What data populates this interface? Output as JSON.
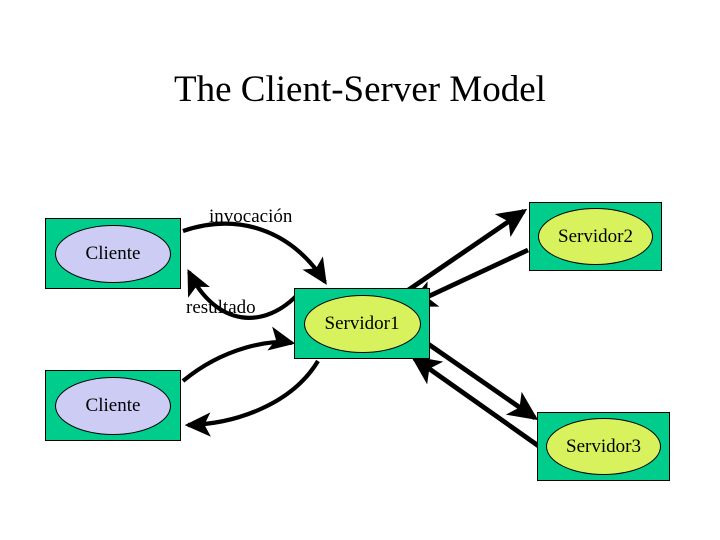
{
  "slide": {
    "title": "The Client-Server Model",
    "background": "#ffffff"
  },
  "colors": {
    "box_fill": "#00CC8C",
    "client_ellipse_fill": "#CCCCF5",
    "server_ellipse_fill": "#D7F25C",
    "outline": "#000000",
    "text": "#000000",
    "arrow": "#000000"
  },
  "nodes": [
    {
      "id": "cliente-top",
      "label": "Cliente",
      "role": "client",
      "ellipse_fill": "#CCCCF5",
      "box_fill": "#00CC8C"
    },
    {
      "id": "cliente-bottom",
      "label": "Cliente",
      "role": "client",
      "ellipse_fill": "#CCCCF5",
      "box_fill": "#00CC8C"
    },
    {
      "id": "servidor1",
      "label": "Servidor1",
      "role": "server",
      "ellipse_fill": "#D7F25C",
      "box_fill": "#00CC8C"
    },
    {
      "id": "servidor2",
      "label": "Servidor2",
      "role": "server",
      "ellipse_fill": "#D7F25C",
      "box_fill": "#00CC8C"
    },
    {
      "id": "servidor3",
      "label": "Servidor3",
      "role": "server",
      "ellipse_fill": "#D7F25C",
      "box_fill": "#00CC8C"
    }
  ],
  "edge_labels": {
    "invocacion": "invocación",
    "resultado": "resultado"
  },
  "edges": [
    {
      "from": "cliente-top",
      "to": "servidor1",
      "style": "curved",
      "label": "invocación",
      "direction": "forward"
    },
    {
      "from": "servidor1",
      "to": "cliente-top",
      "style": "curved",
      "label": "resultado",
      "direction": "forward"
    },
    {
      "from": "cliente-bottom",
      "to": "servidor1",
      "style": "curved",
      "label": "",
      "direction": "forward"
    },
    {
      "from": "servidor1",
      "to": "cliente-bottom",
      "style": "curved",
      "label": "",
      "direction": "forward"
    },
    {
      "from": "servidor1",
      "to": "servidor2",
      "style": "straight",
      "label": "",
      "direction": "forward"
    },
    {
      "from": "servidor2",
      "to": "servidor1",
      "style": "straight",
      "label": "",
      "direction": "forward"
    },
    {
      "from": "servidor1",
      "to": "servidor3",
      "style": "straight",
      "label": "",
      "direction": "forward"
    },
    {
      "from": "servidor3",
      "to": "servidor1",
      "style": "straight",
      "label": "",
      "direction": "forward"
    }
  ]
}
